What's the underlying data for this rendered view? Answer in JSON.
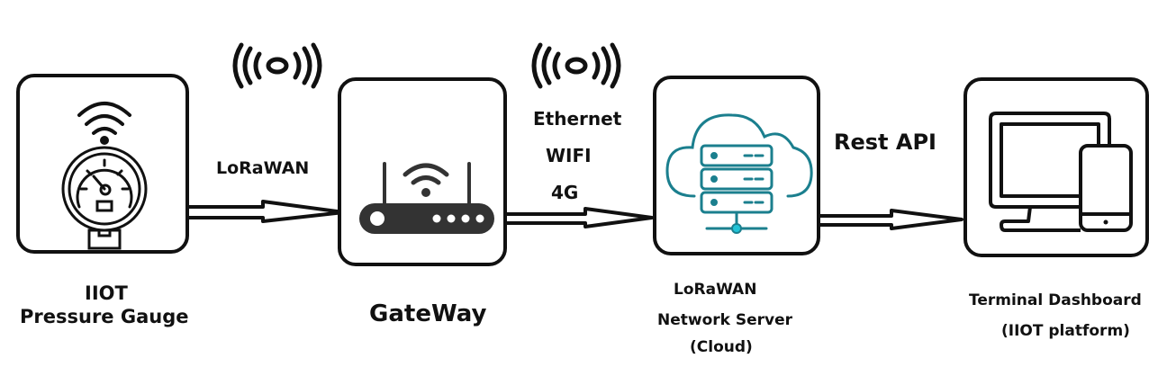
{
  "nodes": [
    {
      "id": "gauge",
      "label_line1": "IIOT",
      "label_line2": "Pressure Gauge",
      "icon": "pressure-gauge-icon"
    },
    {
      "id": "gateway",
      "label": "GateWay",
      "icon": "router-icon"
    },
    {
      "id": "server",
      "label_line1": "LoRaWAN",
      "label_line2": "Network Server",
      "label_line3": "(Cloud)",
      "icon": "cloud-server-icon"
    },
    {
      "id": "dashboard",
      "label_line1": "Terminal Dashboard",
      "label_line2": "(IIOT platform)",
      "icon": "monitor-phone-icon"
    }
  ],
  "edges": [
    {
      "from": "gauge",
      "to": "gateway",
      "label": "LoRaWAN",
      "signal_icon": "radio-signal-icon"
    },
    {
      "from": "gateway",
      "to": "server",
      "labels": [
        "Ethernet",
        "WIFI",
        "4G"
      ],
      "signal_icon": "radio-signal-icon"
    },
    {
      "from": "server",
      "to": "dashboard",
      "label": "Rest API"
    }
  ],
  "colors": {
    "stroke": "#111111",
    "cloud": "#1b7f8e",
    "cloud_node": "#22c3d6"
  }
}
